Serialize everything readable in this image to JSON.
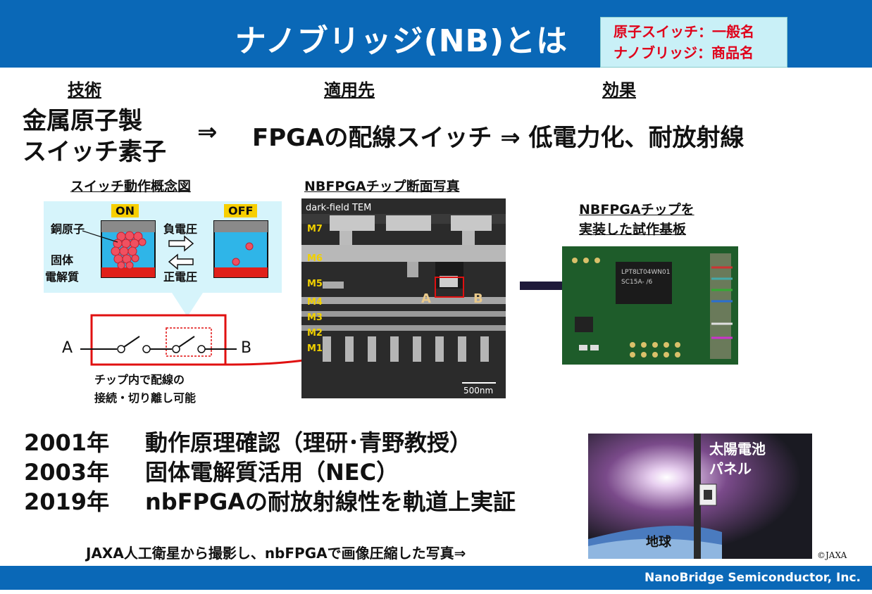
{
  "header": {
    "title": "ナノブリッジ(NB)とは",
    "note_line1": "原子スイッチ：一般名",
    "note_line2": "ナノブリッジ：商品名"
  },
  "columns": {
    "tech_heading": "技術",
    "apply_heading": "適用先",
    "effect_heading": "効果",
    "tech_line1": "金属原子製",
    "tech_line2": "スイッチ素子",
    "arrow1": "⇒",
    "apply_effect": "FPGAの配線スイッチ ⇒ 低電力化、耐放射線"
  },
  "concept": {
    "heading": "スイッチ動作概念図",
    "on_label": "ON",
    "off_label": "OFF",
    "copper_atom": "銅原子",
    "solid1": "固体",
    "solid2": "電解質",
    "neg_voltage": "負電圧",
    "pos_voltage": "正電圧",
    "node_a": "A",
    "node_b": "B",
    "caption1": "チップ内で配線の",
    "caption2": "接続・切り離し可能"
  },
  "tem": {
    "heading": "NBFPGAチップ断面写真",
    "mode": "dark-field TEM",
    "layers": [
      "M7",
      "M6",
      "M5",
      "M4",
      "M3",
      "M2",
      "M1"
    ],
    "point_a": "A",
    "point_b": "B",
    "scale": "500nm"
  },
  "board": {
    "heading1": "NBFPGAチップを",
    "heading2": "実装した試作基板",
    "chip_text1": "LPT8LT04WN01",
    "chip_text2": "SC15A-  /6"
  },
  "history": [
    {
      "year": "2001年",
      "text": "動作原理確認（理研･青野教授）"
    },
    {
      "year": "2003年",
      "text": "固体電解質活用（NEC）"
    },
    {
      "year": "2019年",
      "text": "nbFPGAの耐放射線性を軌道上実証"
    }
  ],
  "photo": {
    "caption": "JAXA人工衛星から撮影し、nbFPGAで画像圧縮した写真⇒",
    "solar1": "太陽電池",
    "solar2": "パネル",
    "earth": "地球",
    "credit": "©JAXA"
  },
  "footer": {
    "company": "NanoBridge Semiconductor, Inc."
  }
}
